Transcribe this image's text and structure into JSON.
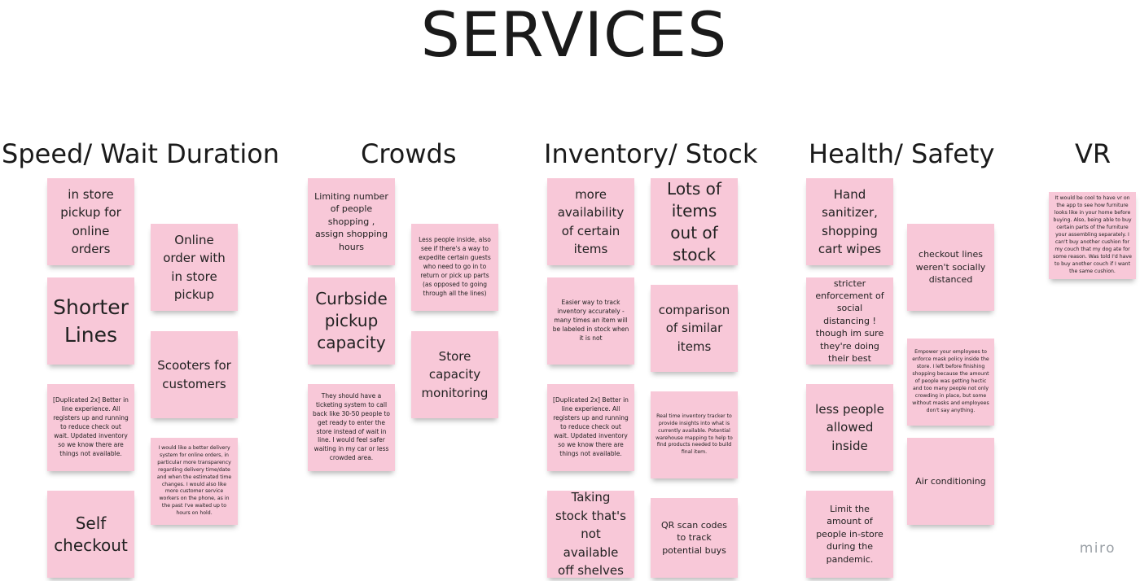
{
  "board": {
    "title": "SERVICES",
    "watermark": "miro"
  },
  "columns": {
    "speed": {
      "title": "Speed/ Wait Duration",
      "notes": [
        "in store pickup for online orders",
        "Shorter Lines",
        "[Duplicated 2x] Better in line experience. All registers up and running to reduce check out wait. Updated inventory so we know there are things not available.",
        "Self checkout",
        "Online order with in store pickup",
        "Scooters for customers",
        "I would like a better delivery system for online orders, in particular more transparency regarding delivery time/date and when the estimated time changes. I would also like more customer service workers on the phone, as in the past I've waited up to hours on hold."
      ]
    },
    "crowds": {
      "title": "Crowds",
      "notes": [
        "Limiting number of people shopping , assign shopping hours",
        "Curbside pickup capacity",
        "They should have a ticketing system to call back like 30-50 people to get ready to enter the store instead of wait in line. I would feel safer waiting in my car or less crowded area.",
        "Less people inside, also see if there's a way to expedite certain guests who need to go in to return or pick up parts (as opposed to going through all the lines)",
        "Store capacity monitoring"
      ]
    },
    "inventory": {
      "title": "Inventory/ Stock",
      "notes": [
        "more availability of certain items",
        "Easier way to track inventory accurately - many times an item will be labeled in stock when it is not",
        "[Duplicated 2x] Better in line experience. All registers up and running to reduce check out wait. Updated inventory so we know there are things not available.",
        "Taking stock that's not available off shelves",
        "Lots of items out of stock",
        "comparison of similar items",
        "Real time inventory tracker to provide insights into what is currently available. Potential warehouse mapping to help to find products needed to build final item.",
        "QR scan codes to track potential buys"
      ]
    },
    "health": {
      "title": "Health/ Safety",
      "notes": [
        "Hand sanitizer, shopping cart wipes",
        "stricter enforcement of social distancing ! though im sure they're doing their best",
        "less people allowed inside",
        "Limit the amount of people in-store during the pandemic.",
        "checkout lines weren't socially distanced",
        "Empower your employees to enforce mask policy inside the store. I left before finishing shopping because the amount of people was getting hectic and too many people not only crowding in place, but some without masks and employees don't say anything.",
        "Air conditioning"
      ]
    },
    "vr": {
      "title": "VR",
      "notes": [
        "It would be cool to have vr on the app to see how furniture looks like in your home before buying. Also, being able to buy certain parts of the furniture your assembling separately. I can't buy another cushion for my couch that my dog ate for some reason. Was told I'd have to buy another couch if I want the same cushion."
      ]
    }
  }
}
